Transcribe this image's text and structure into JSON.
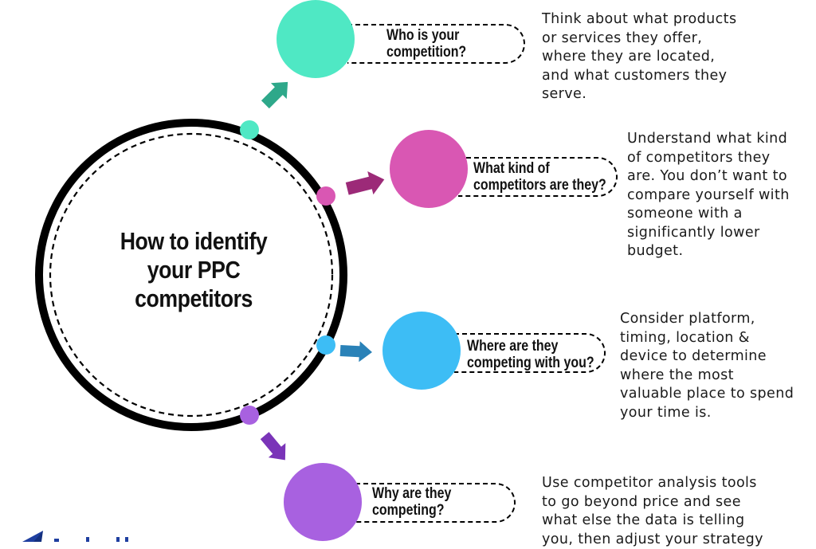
{
  "title": "How to identify your PPC competitors",
  "colors": {
    "teal": "#4fe8c4",
    "teal_arrow": "#2ea88a",
    "pink": "#d957b3",
    "pink_arrow": "#9c2a78",
    "blue": "#3dbdf5",
    "blue_arrow": "#2a82b8",
    "purple": "#a861e0",
    "purple_arrow": "#7a34b8",
    "ring": "#000000",
    "logo": "#1f3fa0"
  },
  "steps": [
    {
      "question": "Who is your competition?",
      "question_lines": [
        "Who is your",
        "competition?"
      ],
      "description": "Think about what products\nor services they offer,\nwhere they are located,\nand what customers they\nserve.",
      "icon": "up-right-arrow-icon"
    },
    {
      "question": "What kind of competitors are they?",
      "question_lines": [
        "What kind of",
        "competitors are they?"
      ],
      "description": "Understand what kind\nof competitors they\nare. You don’t want to\ncompare yourself with\nsomeone with a\nsignificantly lower\nbudget.",
      "icon": "right-arrow-icon"
    },
    {
      "question": "Where are they competing with you?",
      "question_lines": [
        "Where are they",
        "competing with you?"
      ],
      "description": "Consider platform,\ntiming, location &\ndevice to determine\nwhere the most\nvaluable place to spend\nyour time is.",
      "icon": "right-arrow-icon"
    },
    {
      "question": "Why are they competing?",
      "question_lines": [
        "Why are they",
        "competing?"
      ],
      "description": "Use competitor analysis tools\nto go beyond price and see\nwhat else the data is telling\nyou, then adjust your strategy",
      "icon": "down-right-arrow-icon"
    }
  ]
}
